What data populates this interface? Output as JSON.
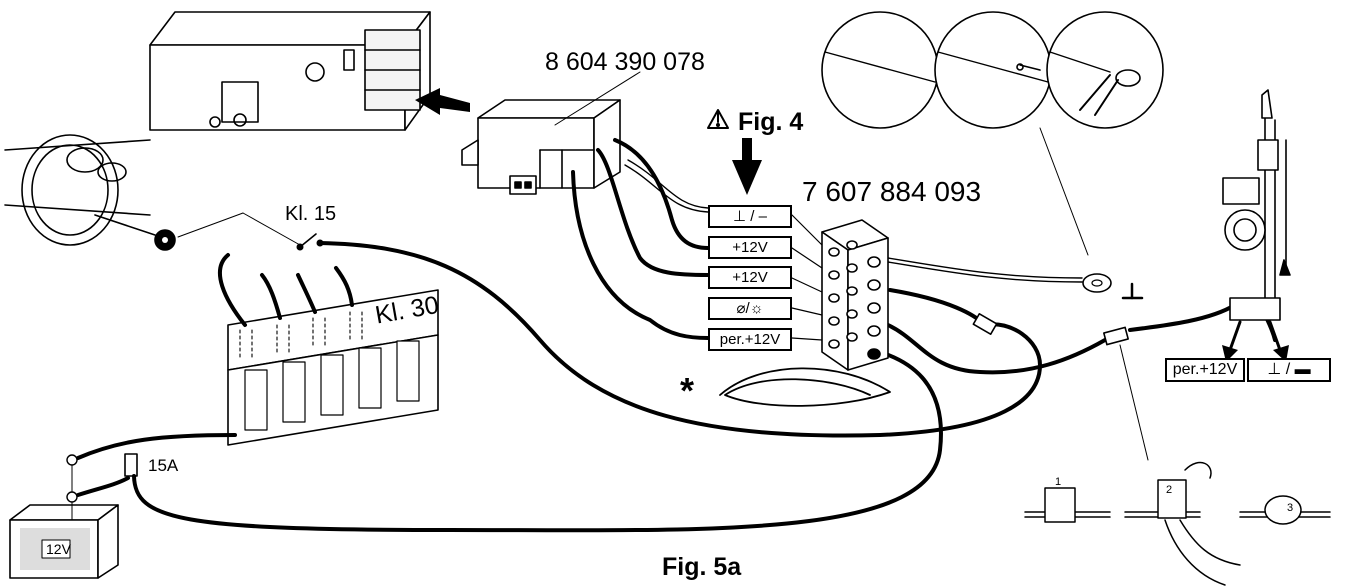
{
  "labels": {
    "part_control": "8 604 390 078",
    "warning_fig": "Fig. 4",
    "part_terminal": "7 607 884 093",
    "kl15": "Kl. 15",
    "kl30": "Kl. 30",
    "fuse": "15A",
    "battery": "12V",
    "asterisk": "*",
    "caption": "Fig. 5a",
    "ground_symbol": "⊥"
  },
  "terminals": [
    {
      "id": "ground",
      "label": "⊥ / –"
    },
    {
      "id": "plus12",
      "label": "+12V"
    },
    {
      "id": "key12",
      "label": "+12V"
    },
    {
      "id": "light",
      "label": "⌀/☼"
    },
    {
      "id": "per12",
      "label": "per.+12V"
    }
  ],
  "antenna": {
    "per_label": "per.+12V",
    "ground_label": "⊥ / ▬"
  },
  "steps": [
    "1",
    "2",
    "3"
  ]
}
